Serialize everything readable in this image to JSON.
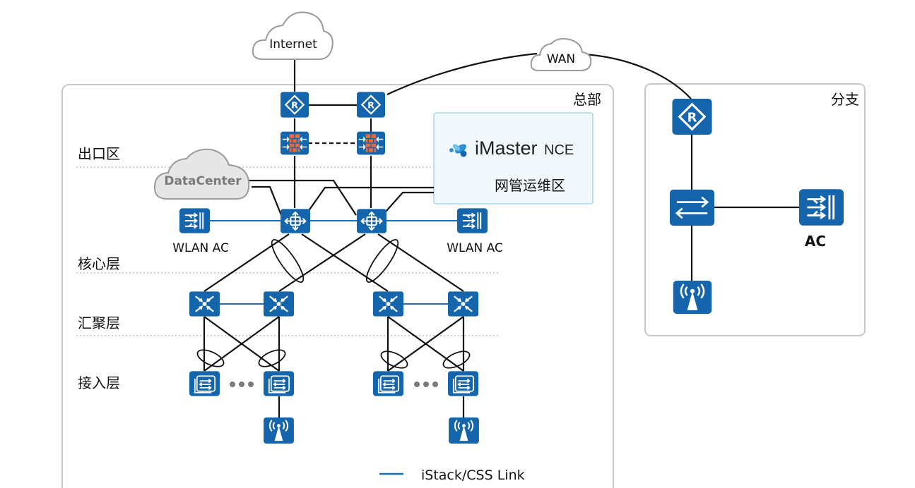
{
  "regions": {
    "hq": "总部",
    "branch": "分支"
  },
  "clouds": {
    "internet": "Internet",
    "wan": "WAN",
    "datacenter": "DataCenter"
  },
  "nce": {
    "brand": "iMaster",
    "product": "NCE",
    "zone": "网管运维区"
  },
  "layers": {
    "egress": "出口区",
    "core": "核心层",
    "aggregation": "汇聚层",
    "access": "接入层"
  },
  "devices": {
    "wlan_ac_left": "WLAN AC",
    "wlan_ac_right": "WLAN AC",
    "branch_ac": "AC"
  },
  "legend": {
    "istack_css": "iStack/CSS Link"
  },
  "colors": {
    "device_blue": "#1565ad",
    "firewall_orange": "#e8683a",
    "stack_link": "#1d6fb8",
    "border_gray": "#c8c8c8"
  },
  "icons": [
    "router-icon",
    "firewall-icon",
    "core-switch-icon",
    "aggregation-switch-icon",
    "access-switch-icon",
    "ac-icon",
    "ap-icon",
    "cloud-icon",
    "imaster-logo-icon"
  ]
}
